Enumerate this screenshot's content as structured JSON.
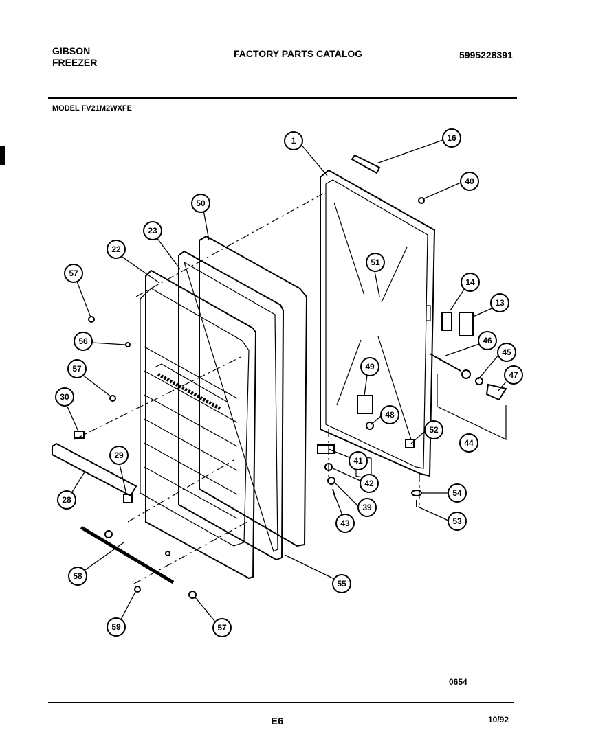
{
  "header": {
    "brand_line1": "GIBSON",
    "brand_line2": "FREEZER",
    "title": "FACTORY PARTS CATALOG",
    "catalog_number": "5995228391",
    "model": "MODEL FV21M2WXFE"
  },
  "footer": {
    "diagram_code": "0654",
    "page_code": "E6",
    "date": "10/92"
  },
  "callouts": [
    "1",
    "16",
    "40",
    "50",
    "23",
    "22",
    "57",
    "51",
    "14",
    "13",
    "56",
    "46",
    "45",
    "57",
    "49",
    "47",
    "30",
    "48",
    "52",
    "44",
    "29",
    "41",
    "42",
    "28",
    "54",
    "39",
    "43",
    "53",
    "58",
    "55",
    "59",
    "57"
  ]
}
